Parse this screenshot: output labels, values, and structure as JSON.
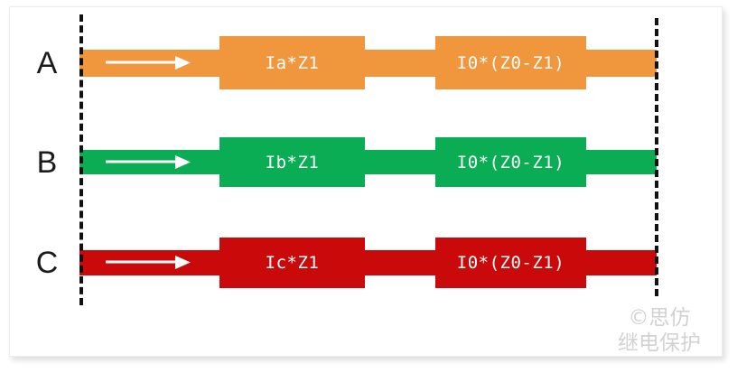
{
  "figure": {
    "background": "#ffffff",
    "frame_border_color": "#ededed",
    "boundary_line_color": "#111111",
    "label_color": "#1b1b1b",
    "arrow_color": "#ffffff",
    "block_text_color": "#ffffff"
  },
  "rows": [
    {
      "label": "A",
      "color": "#f0973e",
      "left_block_label": "Ia*Z1",
      "right_block_label": "I0*(Z0-Z1)",
      "arrow_name": "current-direction-arrow-a"
    },
    {
      "label": "B",
      "color": "#0aad53",
      "left_block_label": "Ib*Z1",
      "right_block_label": "I0*(Z0-Z1)",
      "arrow_name": "current-direction-arrow-b"
    },
    {
      "label": "C",
      "color": "#ca0a0a",
      "left_block_label": "Ic*Z1",
      "right_block_label": "I0*(Z0-Z1)",
      "arrow_name": "current-direction-arrow-c"
    }
  ],
  "boundaries": {
    "left_name": "left-boundary-dashed-line",
    "right_name": "right-boundary-dashed-line"
  },
  "watermark": {
    "line1": "©思仿",
    "line2": "继电保护",
    "color": "#d2d2d2"
  }
}
